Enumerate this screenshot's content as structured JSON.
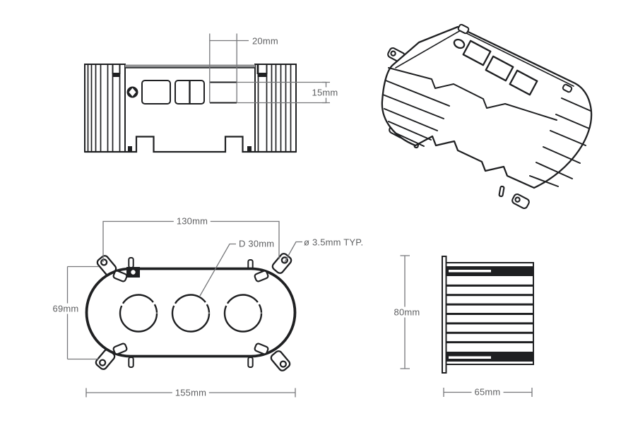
{
  "colors": {
    "background": "#ffffff",
    "part_line": "#1f2022",
    "dimension_line": "#76777a",
    "dimension_text": "#5f6062"
  },
  "dimensions": {
    "front_cutout_width": "20mm",
    "front_cutout_height": "15mm",
    "top_mount_hole_spacing": "130mm",
    "top_hole_diameter_callout": "D 30mm",
    "top_mount_hole_callout": "ø 3.5mm TYP.",
    "top_body_depth": "69mm",
    "top_overall_width": "155mm",
    "side_height": "80mm",
    "side_width": "65mm"
  }
}
